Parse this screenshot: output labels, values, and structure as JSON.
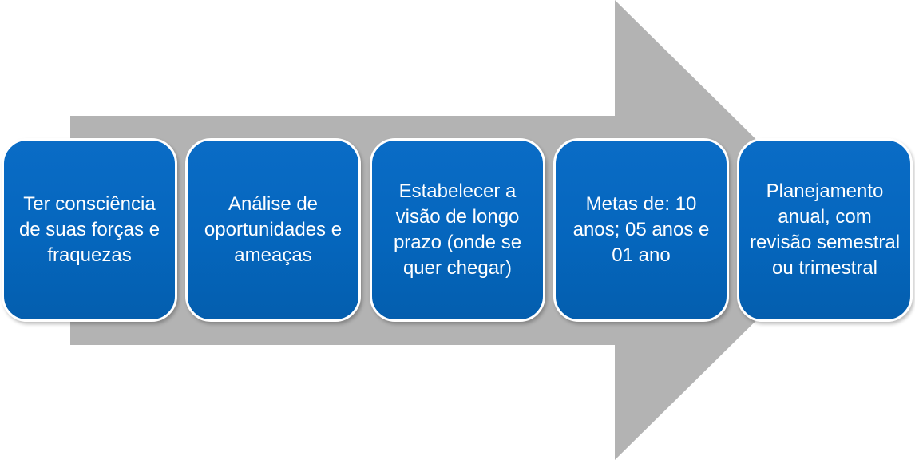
{
  "colors": {
    "arrow": "#b3b3b3",
    "box": "#0566bd",
    "box_border": "#ffffff",
    "text": "#ffffff"
  },
  "steps": [
    {
      "label": "Ter consciência de suas forças e fraquezas"
    },
    {
      "label": "Análise de oportunidades e ameaças"
    },
    {
      "label": "Estabelecer a visão de longo prazo (onde se quer chegar)"
    },
    {
      "label": "Metas de: 10 anos; 05 anos e 01 ano"
    },
    {
      "label": "Planejamento anual, com revisão semestral ou trimestral"
    }
  ]
}
